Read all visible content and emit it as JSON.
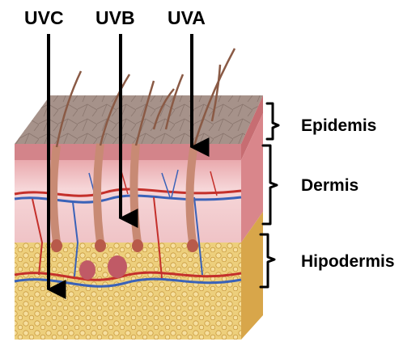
{
  "rays": [
    {
      "label": "UVC"
    },
    {
      "label": "UVB"
    },
    {
      "label": "UVA"
    }
  ],
  "layers": [
    {
      "label": "Epidemis"
    },
    {
      "label": "Dermis"
    },
    {
      "label": "Hipodermis"
    }
  ],
  "colors": {
    "epidermis_top": "#a89288",
    "epidermis_front": "#c98a8a",
    "dermis": "#f2c7c9",
    "dermis_side": "#d98a8e",
    "hypodermis": "#e8c36a",
    "hypodermis_side": "#d9a84a",
    "hair": "#8a5a45",
    "vein": "#3a62b8",
    "artery": "#c4302b",
    "arrow": "#000000"
  }
}
